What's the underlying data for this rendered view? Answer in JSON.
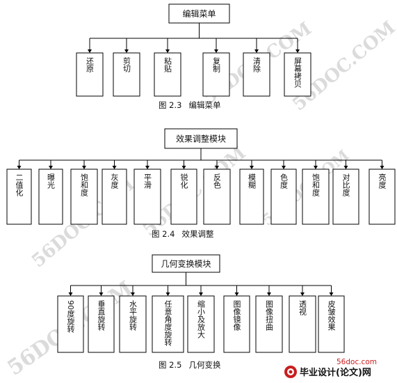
{
  "diagrams": [
    {
      "root": "编辑菜单",
      "leaves": [
        "还原",
        "剪切",
        "粘贴",
        "复制",
        "清除",
        "屏幕拷贝"
      ],
      "caption_num": "图 2.3",
      "caption_text": "编辑菜单"
    },
    {
      "root": "效果调整模块",
      "leaves": [
        "二值化",
        "曝光",
        "饱和度",
        "灰度",
        "平滑",
        "锐化",
        "反色",
        "模糊",
        "色度",
        "饱和度",
        "对比度",
        "亮度"
      ],
      "caption_num": "图 2.4",
      "caption_text": "效果调整"
    },
    {
      "root": "几何变换模块",
      "leaves": [
        "90度旋转",
        "垂直旋转",
        "水平旋转",
        "任意角度旋转",
        "缩小及放大",
        "图像镜像",
        "图像扭曲",
        "透视",
        "皮皱效果"
      ],
      "caption_num": "图 2.5",
      "caption_text": "几何变换"
    }
  ],
  "watermark": "56DOC.COM",
  "footer": {
    "site": "56doc.com",
    "logo_text": "毕业设计(论文)网"
  },
  "colors": {
    "line": "#000000",
    "watermark": "#c9c9c9",
    "logo_red": "#c81e1e"
  }
}
